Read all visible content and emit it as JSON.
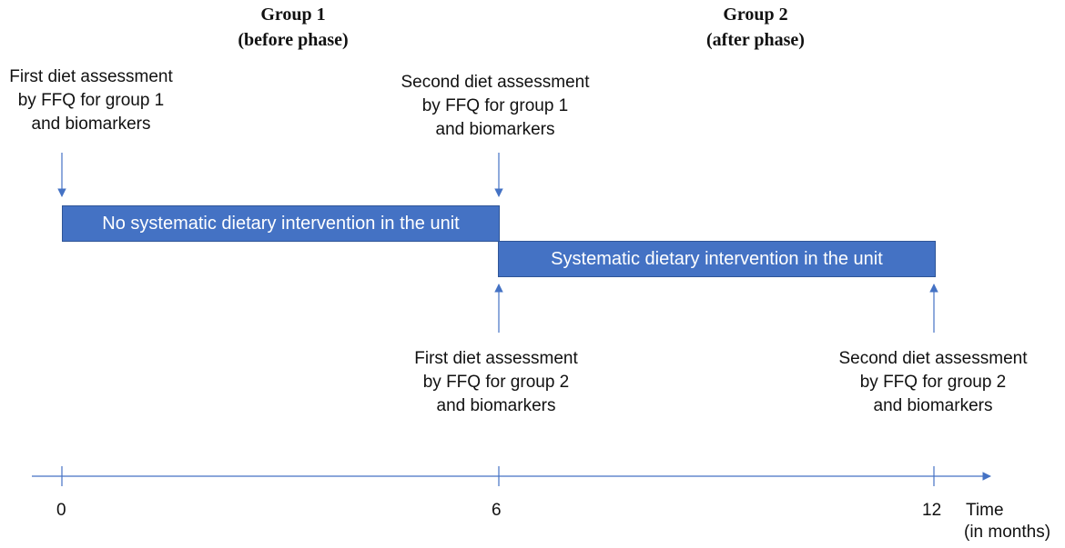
{
  "groups": [
    {
      "title": "Group 1",
      "subtitle": "(before phase)"
    },
    {
      "title": "Group 2",
      "subtitle": "(after phase)"
    }
  ],
  "assessments": {
    "g1_first": "First diet assessment\nby FFQ for group 1\nand biomarkers",
    "g1_second": "Second diet assessment\nby FFQ for group 1\nand biomarkers",
    "g2_first": "First diet assessment\nby FFQ for group 2\nand biomarkers",
    "g2_second": "Second diet assessment\nby FFQ for group 2\nand biomarkers"
  },
  "phases": {
    "no_intervention": "No systematic dietary intervention in the unit",
    "intervention": "Systematic dietary intervention in the unit"
  },
  "timeline": {
    "ticks": [
      "0",
      "6",
      "12"
    ],
    "axis_label_line1": "Time",
    "axis_label_line2": "(in months)"
  },
  "colors": {
    "bar_fill": "#4472c4",
    "bar_border": "#2f5597",
    "arrow": "#4472c4"
  }
}
